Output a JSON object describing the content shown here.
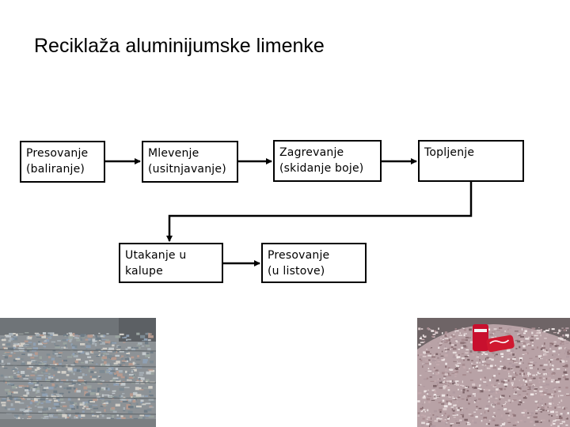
{
  "title": "Reciklaža aluminijumske limenke",
  "steps": [
    {
      "line1": "Presovanje",
      "line2": "(baliranje)"
    },
    {
      "line1": "Mlevenje",
      "line2": "(usitnjavanje)"
    },
    {
      "line1": "Zagrevanje",
      "line2": "(skidanje boje)"
    },
    {
      "line1": "Topljenje",
      "line2": ""
    },
    {
      "line1": "Utakanje u",
      "line2": "kalupe"
    },
    {
      "line1": "Presovanje",
      "line2": "(u listove)"
    }
  ],
  "colors": {
    "bale_base": "#8a8f94",
    "shred_base": "#b8a2a6",
    "can_red": "#c8102e"
  }
}
